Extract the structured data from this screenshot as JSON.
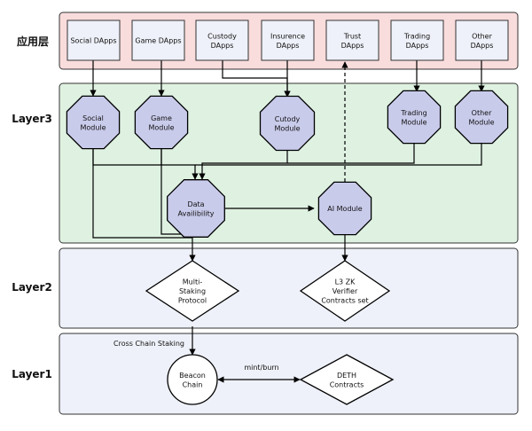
{
  "layers": {
    "app": "应用层",
    "layer3": "Layer3",
    "layer2": "Layer2",
    "layer1": "Layer1"
  },
  "dapps": [
    [
      "Social DApps"
    ],
    [
      "Game DApps"
    ],
    [
      "Custody",
      "DApps"
    ],
    [
      "Insurence",
      "DApps"
    ],
    [
      "Trust",
      "DApps"
    ],
    [
      "Trading",
      "DApps"
    ],
    [
      "Other",
      "DApps"
    ]
  ],
  "modules": {
    "social": [
      "Social",
      "Module"
    ],
    "game": [
      "Game",
      "Module"
    ],
    "custody": [
      "Cutody",
      "Module"
    ],
    "trading": [
      "Trading",
      "Module"
    ],
    "other": [
      "Other",
      "Module"
    ],
    "data_availability": [
      "Data",
      "Availibility"
    ],
    "ai": [
      "AI Module"
    ]
  },
  "layer2_nodes": {
    "staking": [
      "Multi-",
      "Staking",
      "Protocol"
    ],
    "zk": [
      "L3 ZK",
      "Verifier",
      "Contracts set"
    ]
  },
  "layer1_nodes": {
    "beacon": [
      "Beacon",
      "Chain"
    ],
    "deth": [
      "DETH",
      "Contracts"
    ]
  },
  "edge_labels": {
    "cross_chain": "Cross Chain Staking",
    "mint_burn": "mint/burn"
  },
  "colors": {
    "app_bg": "#f9dcdc",
    "layer3_bg": "#dff2e2",
    "layer21_bg": "#eef1f9",
    "node_fill": "#c9cbeb",
    "box_fill": "#eef1f9"
  }
}
